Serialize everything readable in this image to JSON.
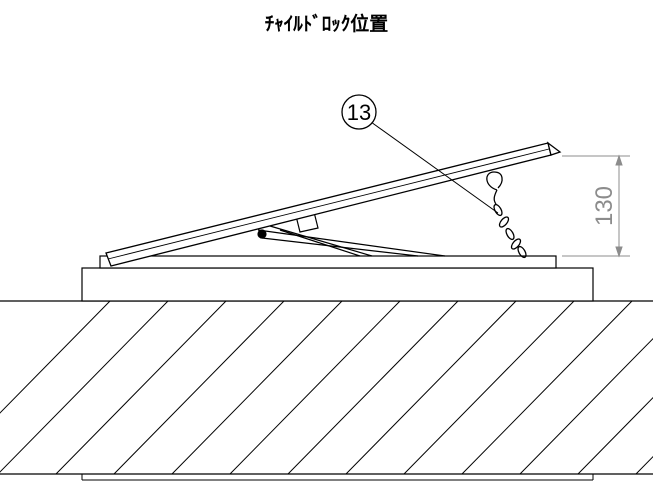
{
  "title": "ﾁｬｲﾙﾄﾞﾛｯｸ位置",
  "callout": {
    "number": "13"
  },
  "dimension": {
    "value": "130"
  },
  "colors": {
    "line": "#000000",
    "dimension": "#8c8c8c"
  }
}
